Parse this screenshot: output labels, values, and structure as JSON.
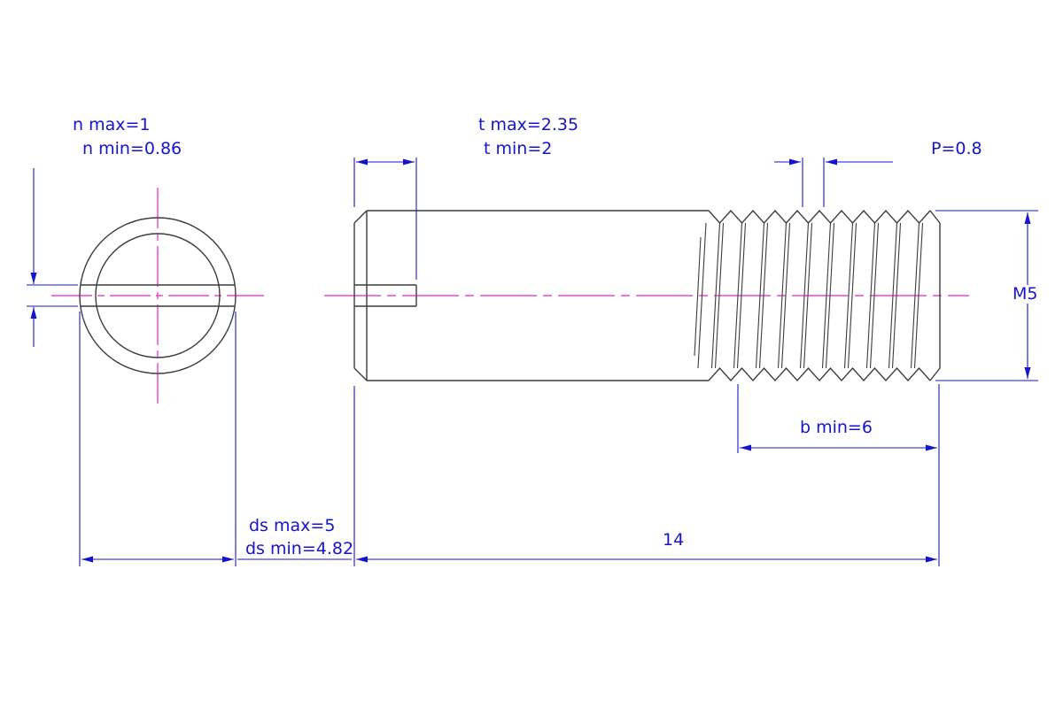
{
  "labels": {
    "n_max": "n max=1",
    "n_min": "n min=0.86",
    "t_max": "t max=2.35",
    "t_min": "t min=2",
    "pitch": "P=0.8",
    "thread_designation": "M5",
    "b_min": "b min=6",
    "ds_max": "ds max=5",
    "ds_min": "ds min=4.82",
    "overall_length": "14"
  },
  "colors": {
    "dimension": "#1414cc",
    "outline": "#3c3c3c",
    "centerline": "#ee22cc",
    "background": "#ffffff"
  }
}
